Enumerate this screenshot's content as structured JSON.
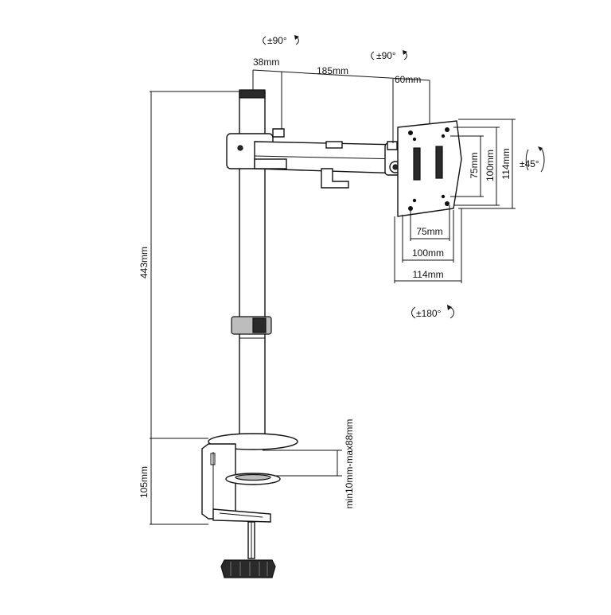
{
  "labels": {
    "rot_top_left": "±90°",
    "rot_top_right": "±90°",
    "rot_right": "±45°",
    "rot_bottom": "±180°",
    "dim_38": "38mm",
    "dim_185": "185mm",
    "dim_60": "60mm",
    "dim_443": "443mm",
    "dim_105": "105mm",
    "dim_clamp": "min10mm-max88mm",
    "vesa_v75": "75mm",
    "vesa_v100": "100mm",
    "vesa_v114": "114mm",
    "vesa_h75": "75mm",
    "vesa_h100": "100mm",
    "vesa_h114": "114mm"
  }
}
